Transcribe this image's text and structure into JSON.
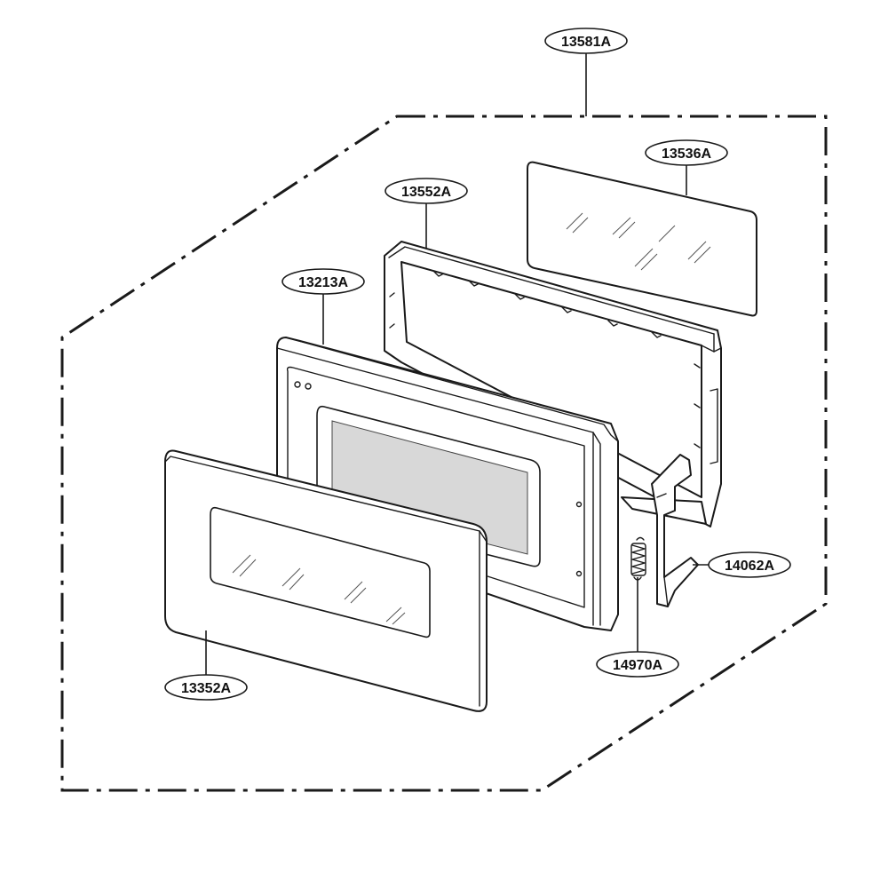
{
  "diagram": {
    "type": "exploded-parts-view",
    "colors": {
      "line": "#1a1a1a",
      "background": "#ffffff",
      "window_fill": "#d8d8d8",
      "watermark": "#ededed"
    },
    "callouts": [
      {
        "id": "c1",
        "label": "13581A",
        "part": "door-assembly-boundary"
      },
      {
        "id": "c2",
        "label": "13536A",
        "part": "inner-glass-panel"
      },
      {
        "id": "c3",
        "label": "13552A",
        "part": "choke-cover-frame"
      },
      {
        "id": "c4",
        "label": "13213A",
        "part": "door-frame"
      },
      {
        "id": "c5",
        "label": "14062A",
        "part": "door-latch-hook"
      },
      {
        "id": "c6",
        "label": "14970A",
        "part": "latch-spring"
      },
      {
        "id": "c7",
        "label": "13352A",
        "part": "outer-door-panel"
      }
    ]
  }
}
